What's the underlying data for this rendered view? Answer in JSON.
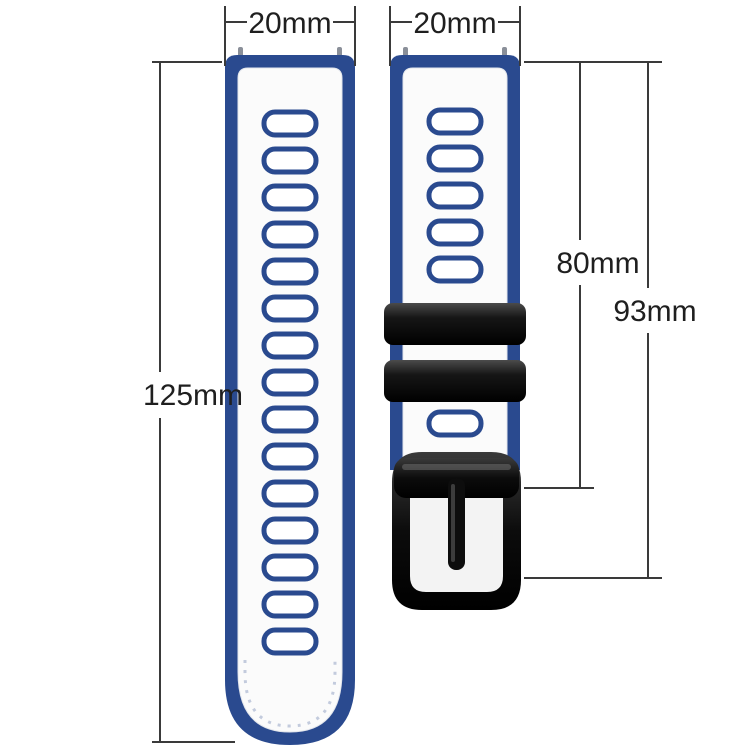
{
  "product": {
    "type": "watch-strap-size-diagram",
    "colors": {
      "strap_blue": "#2a4a8f",
      "strap_white": "#fbfbfb",
      "hardware_black": "#111111",
      "dimension_line": "#3a3a3a",
      "label_text": "#1f1f1f"
    }
  },
  "dimensions": {
    "left_strap_width": "20mm",
    "right_strap_width": "20mm",
    "left_strap_length": "125mm",
    "right_strap_length_to_buckle": "80mm",
    "right_strap_total_length": "93mm"
  }
}
